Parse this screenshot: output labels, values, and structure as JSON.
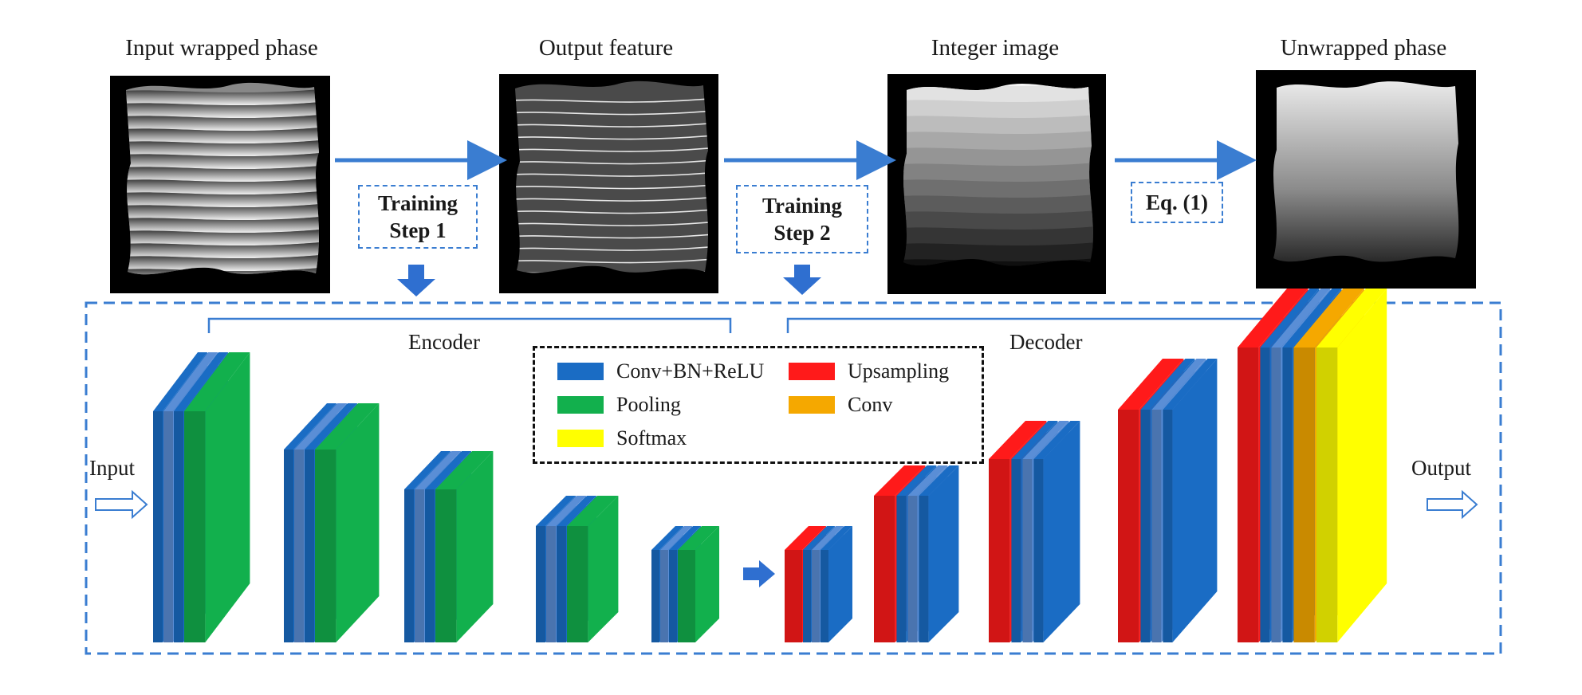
{
  "pipeline": {
    "panels": [
      {
        "caption": "Input wrapped phase"
      },
      {
        "caption": "Output feature"
      },
      {
        "caption": "Integer image"
      },
      {
        "caption": "Unwrapped phase"
      }
    ],
    "steps": [
      {
        "line1": "Training",
        "line2": "Step 1"
      },
      {
        "line1": "Training",
        "line2": "Step 2"
      },
      {
        "line1": "Eq. (1)"
      }
    ]
  },
  "network": {
    "encoder_label": "Encoder",
    "decoder_label": "Decoder",
    "input_label": "Input",
    "output_label": "Output"
  },
  "legend": {
    "items": [
      {
        "label": "Conv+BN+ReLU",
        "color": "#1a6cc4"
      },
      {
        "label": "Upsampling",
        "color": "#ff1a1a"
      },
      {
        "label": "Pooling",
        "color": "#12b04d"
      },
      {
        "label": "Conv",
        "color": "#f5a800"
      },
      {
        "label": "Softmax",
        "color": "#ffff00"
      }
    ]
  },
  "colors": {
    "conv": "#1a6cc4",
    "conv_light": "#5a8ed6",
    "pool": "#12b04d",
    "upsample": "#ff1a1a",
    "conv_final": "#f5a800",
    "softmax": "#ffff00",
    "flow_arrow": "#3a7dd1"
  }
}
